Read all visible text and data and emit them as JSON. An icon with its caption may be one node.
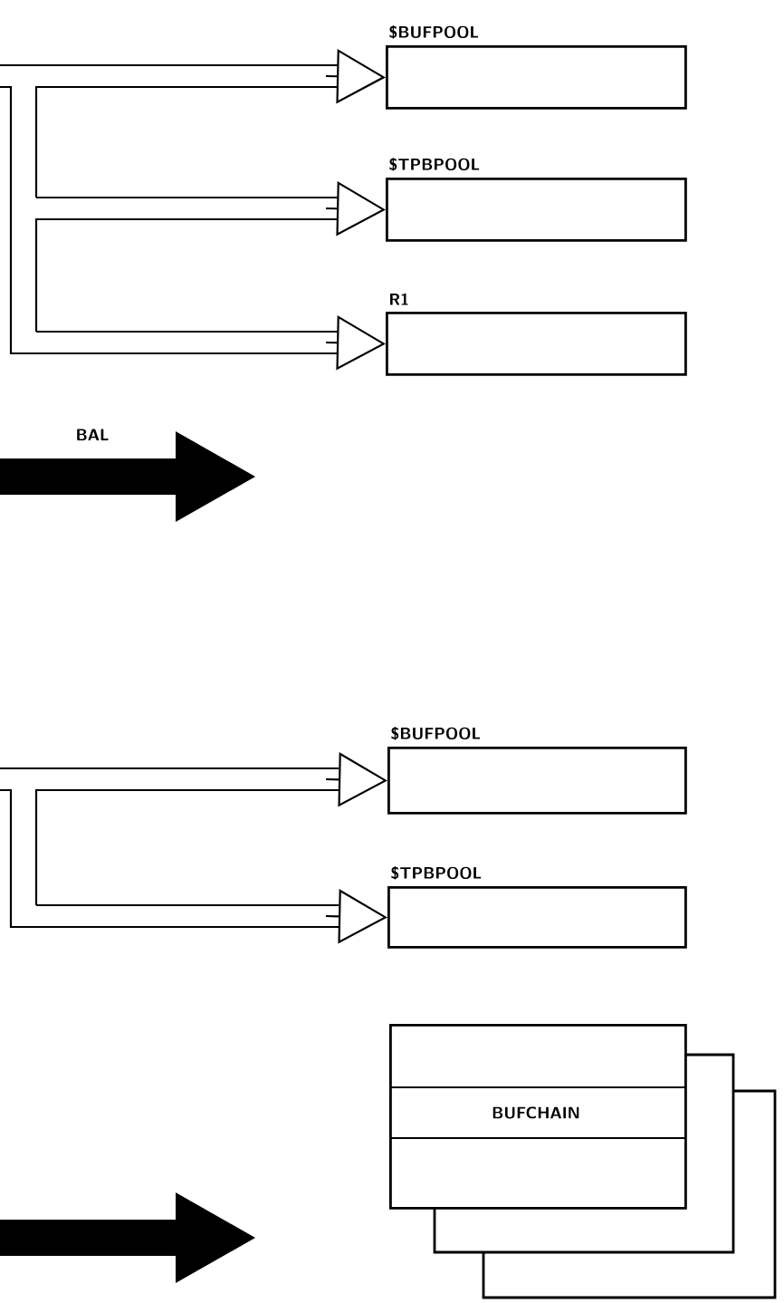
{
  "diagram": {
    "nodes": [
      {
        "text": [
          "$BUFPOOL"
        ]
      },
      {
        "text": [
          "$TPBPOOL"
        ]
      },
      {
        "text": [
          "R1"
        ]
      },
      {
        "text": [
          "$BUFPOOL"
        ]
      },
      {
        "text": [
          "$TPBPOOL"
        ]
      },
      {
        "text": [
          "BUFCHAIN"
        ]
      }
    ],
    "edges": [
      {
        "from": null,
        "to": 0,
        "arrow": "to"
      },
      {
        "from": null,
        "to": 1,
        "arrow": "to"
      },
      {
        "from": null,
        "to": 2,
        "arrow": "to"
      },
      {
        "from": null,
        "to": 3,
        "arrow": "to"
      },
      {
        "from": null,
        "to": 4,
        "arrow": "to"
      }
    ],
    "labels": [
      "BAL"
    ]
  }
}
